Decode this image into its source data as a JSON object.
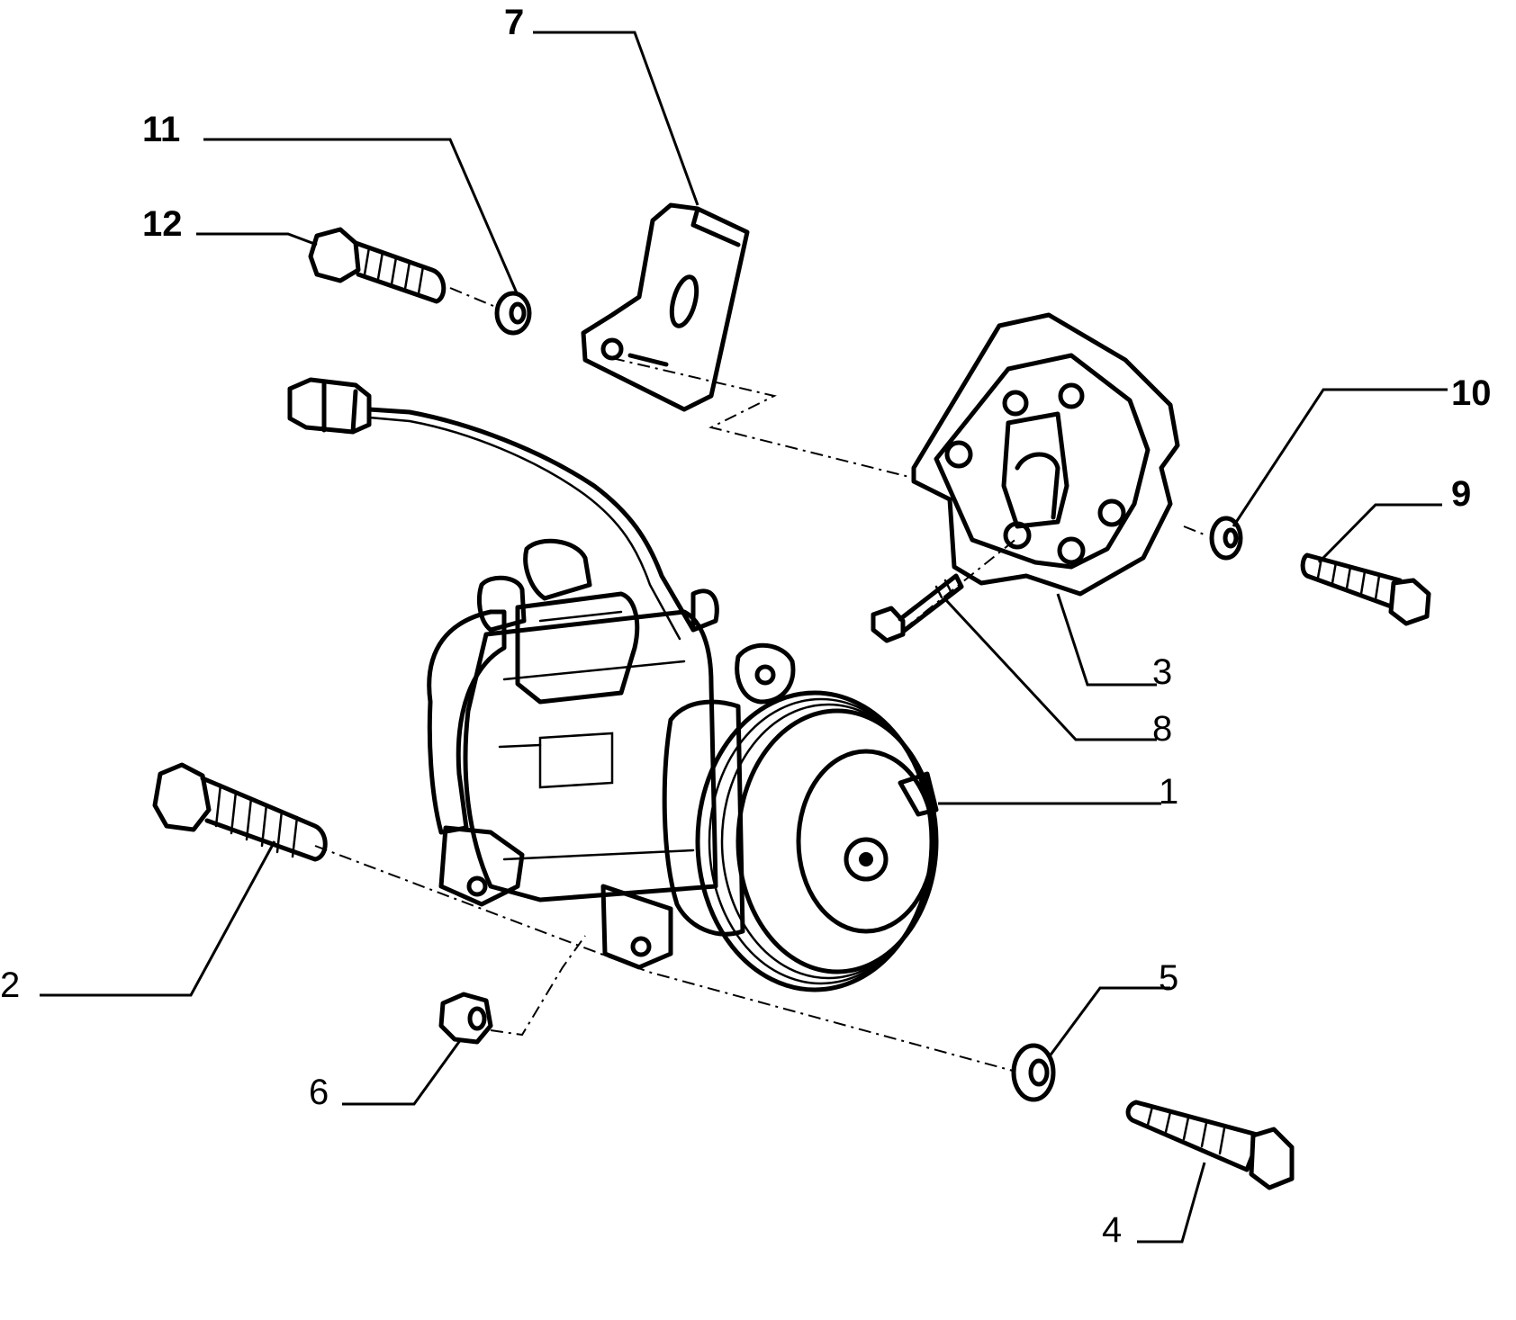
{
  "labels": {
    "p1": "1",
    "p2": "2",
    "p3": "3",
    "p4": "4",
    "p5": "5",
    "p6": "6",
    "p7": "7",
    "p8": "8",
    "p9": "9",
    "p10": "10",
    "p11": "11",
    "p12": "12"
  }
}
